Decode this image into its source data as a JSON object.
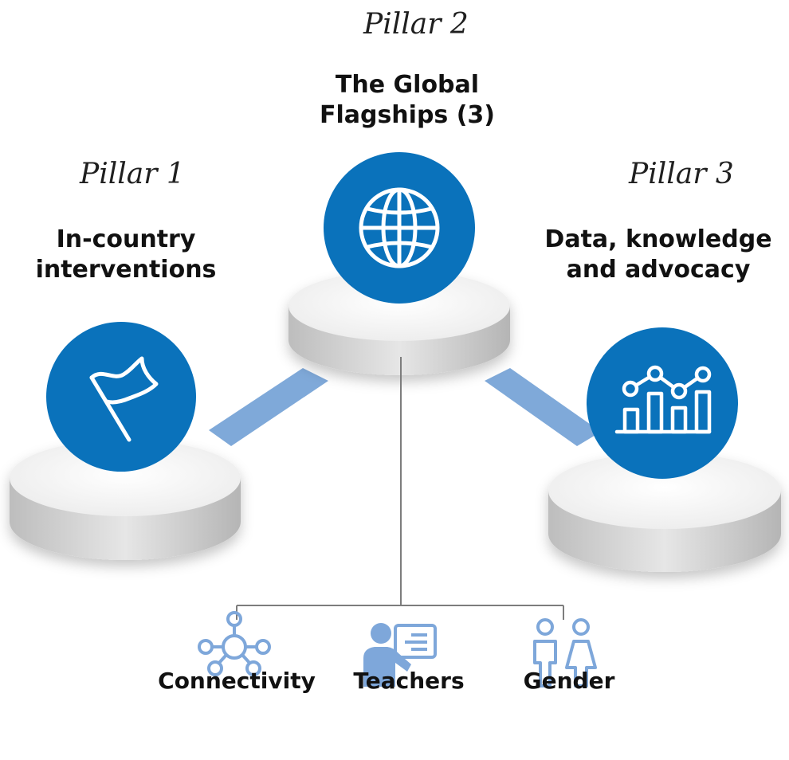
{
  "colors": {
    "primary_blue": "#0a72bb",
    "link_blue": "#7fa9d9",
    "icon_light_blue": "#7ea7da",
    "connector_gray": "#7d7d7d",
    "platform_top": "#f7f7f7",
    "platform_side": "#d2d2d2"
  },
  "pillars": [
    {
      "number": "Pillar 1",
      "title_line1": "In-country",
      "title_line2": "interventions",
      "icon": "flag-icon"
    },
    {
      "number": "Pillar 2",
      "title_line1": "The Global",
      "title_line2": "Flagships (3)",
      "icon": "globe-icon"
    },
    {
      "number": "Pillar 3",
      "title_line1": "Data, knowledge",
      "title_line2": "and advocacy",
      "icon": "bar-line-chart-icon"
    }
  ],
  "flagships": [
    {
      "label": "Connectivity",
      "icon": "network-hub-icon"
    },
    {
      "label": "Teachers",
      "icon": "teacher-whiteboard-icon"
    },
    {
      "label": "Gender",
      "icon": "man-woman-icon"
    }
  ]
}
